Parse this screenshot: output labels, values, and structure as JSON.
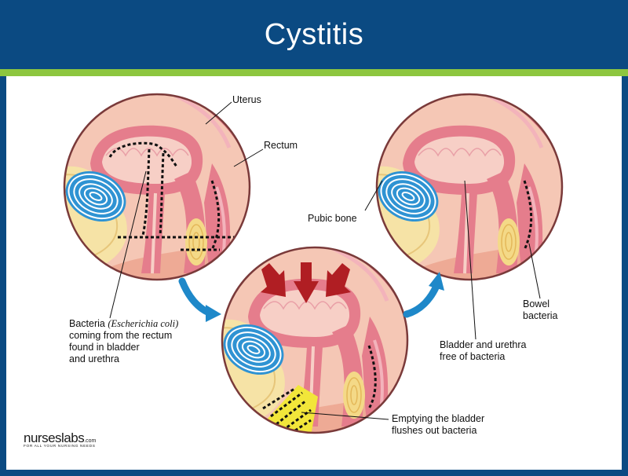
{
  "title": "Cystitis",
  "labels": {
    "uterus": "Uterus",
    "rectum": "Rectum",
    "pubic_bone": "Pubic bone",
    "bowel_bacteria_1": "Bowel",
    "bowel_bacteria_2": "bacteria",
    "bacteria_line1_prefix": "Bacteria ",
    "bacteria_line1_italic": "(Escherichia coli)",
    "bacteria_line2": "coming from the rectum",
    "bacteria_line3": "found in bladder",
    "bacteria_line4": "and urethra",
    "free_line1": "Bladder and urethra",
    "free_line2": "free of bacteria",
    "flush_line1": "Emptying the bladder",
    "flush_line2": "flushes out bacteria"
  },
  "logo": {
    "name": "nurseslabs",
    "domain": ".com",
    "tagline": "FOR ALL YOUR NURSING NEEDS"
  },
  "colors": {
    "header": "#0b4a82",
    "accent": "#8dc63f",
    "arrow": "#1e88c9",
    "pressure_arrow": "#b01e23",
    "urine": "#f2e63a"
  }
}
